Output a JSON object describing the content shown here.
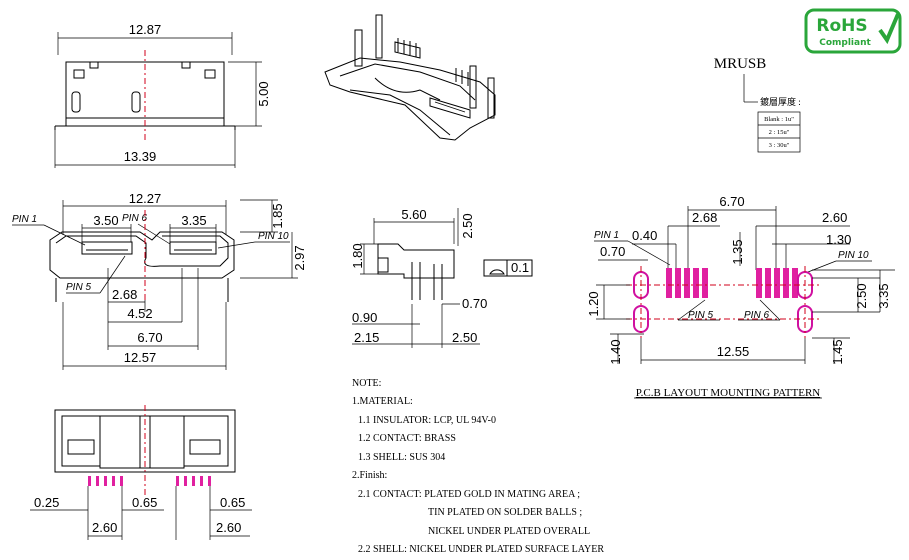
{
  "top_view": {
    "width_top": "12.87",
    "width_bottom": "13.39",
    "height": "5.00"
  },
  "front_view": {
    "width_top": "12.27",
    "pin_span_left": "3.50",
    "pin_span_right": "3.35",
    "pin1": "PIN 1",
    "pin5": "PIN 5",
    "pin6": "PIN 6",
    "pin10": "PIN 10",
    "height_a": "1.85",
    "height_b": "2.97",
    "d1": "2.68",
    "d2": "4.52",
    "d3": "6.70",
    "d4": "12.57"
  },
  "side_view": {
    "w": "5.60",
    "h_top": "2.50",
    "h_left": "1.80",
    "flat": "0.1",
    "d070": "0.70",
    "d090": "0.90",
    "d215": "2.15",
    "d250": "2.50"
  },
  "bottom_view": {
    "d025": "0.25",
    "d065a": "0.65",
    "d065b": "0.65",
    "d260a": "2.60",
    "d260b": "2.60"
  },
  "pcb": {
    "pin1": "PIN 1",
    "pin5": "PIN 5",
    "pin6": "PIN 6",
    "pin10": "PIN 10",
    "d040": "0.40",
    "d070": "0.70",
    "d268": "2.68",
    "d670": "6.70",
    "d260": "2.60",
    "d130": "1.30",
    "d135": "1.35",
    "d120": "1.20",
    "d140": "1.40",
    "d1255": "12.55",
    "d250": "2.50",
    "d335": "3.35",
    "d145": "1.45",
    "title": "P.C.B LAYOUT MOUNTING PATTERN"
  },
  "part": {
    "name": "MRUSB",
    "plating_label": "鍍層厚度 :",
    "options": [
      "Blank : 1u\"",
      "2 : 15u\"",
      "3 : 30u\""
    ]
  },
  "rohs": {
    "main": "RoHS",
    "sub": "Compliant"
  },
  "notes": [
    "NOTE:",
    "1.MATERIAL:",
    "1.1 INSULATOR: LCP, UL 94V-0",
    "1.2 CONTACT: BRASS",
    "1.3 SHELL: SUS 304",
    "2.Finish:",
    "2.1 CONTACT: PLATED GOLD IN MATING AREA ;",
    "TIN PLATED ON SOLDER BALLS ;",
    "NICKEL UNDER PLATED OVERALL",
    "2.2 SHELL: NICKEL UNDER PLATED SURFACE LAYER"
  ],
  "colors": {
    "accent": "#e020a0",
    "centerline": "#d0021b",
    "rohs": "#2aa63a"
  }
}
